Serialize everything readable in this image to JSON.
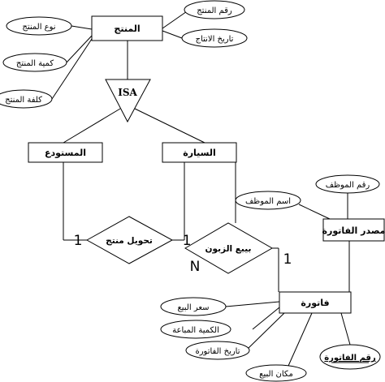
{
  "entities": {
    "product": "المنتج",
    "warehouse": "المستودع",
    "car": "السيارة",
    "invoice_source": "مصدر الفاتورة",
    "invoice": "فاتورة"
  },
  "isa_label": "ISA",
  "relationships": {
    "transfer_product": "تحويل منتج",
    "customer_sale": "بيبع الزبون"
  },
  "attributes": {
    "product_number": "رقم المنتج",
    "product_type": "نوع المنتج",
    "production_date": "تاريخ الانتاج",
    "product_quantity": "كمية المنتج",
    "product_cost": "كلفة المنتج",
    "employee_number": "رقم الموظف",
    "employee_name": "اسم الموظف",
    "sale_price": "سعر البيع",
    "quantity_sold": "الكمية المباعة",
    "invoice_date": "تاريخ الفاتورة",
    "sale_place": "مكان البيع",
    "invoice_number": "رقم الفاتورة"
  },
  "cardinalities": {
    "transfer_left": "1",
    "transfer_right": "1",
    "sale_car": "N",
    "sale_invoice": "1"
  }
}
